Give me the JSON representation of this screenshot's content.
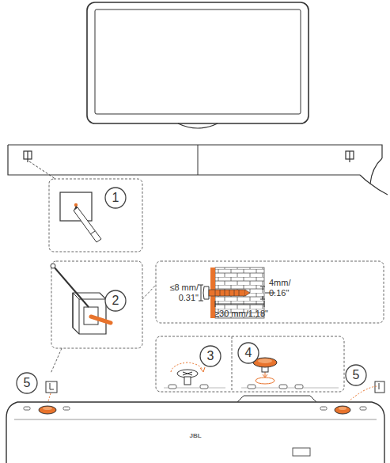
{
  "diagram": {
    "nodes": [
      {
        "text": [
          "1"
        ]
      },
      {
        "text": [
          "2"
        ]
      },
      {
        "text": [
          "3"
        ]
      },
      {
        "text": [
          "4"
        ]
      },
      {
        "text": [
          "5"
        ]
      },
      {
        "text": [
          "5"
        ]
      }
    ],
    "labels": [
      "≤8 mm/ 0.31\"",
      "4mm/ 0.16\"",
      "≥30 mm/1.18\"",
      "JBL"
    ]
  }
}
